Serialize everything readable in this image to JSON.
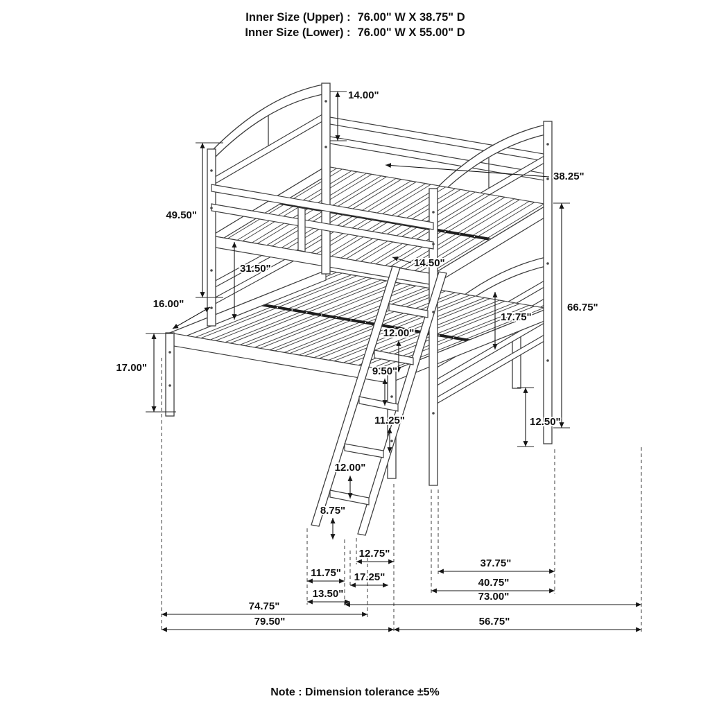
{
  "header": {
    "upper_label": "Inner Size (Upper) :",
    "upper_value": "76.00\" W X 38.75\" D",
    "lower_label": "Inner Size (Lower) :",
    "lower_value": "76.00\" W X 55.00\" D"
  },
  "note": "Note : Dimension tolerance ±5%",
  "colors": {
    "ink": "#161616",
    "background": "#ffffff"
  },
  "dims": {
    "top_panel_height": "14.00\"",
    "upper_slat_width": "38.25\"",
    "upper_structure_height": "49.50\"",
    "bunk_gap_height": "31.50\"",
    "upper_deck_edge": "14.50\"",
    "lower_overhang_depth": "16.00\"",
    "overall_height": "66.75\"",
    "upper_foot_panel_height": "17.75\"",
    "ladder_step_1": "12.00\"",
    "ladder_step_2": "9.50\"",
    "lower_leg_height": "17.00\"",
    "ladder_step_3": "11.25\"",
    "lower_foot_panel_height": "12.50\"",
    "ladder_step_4": "12.00\"",
    "ladder_step_5": "8.75\"",
    "ladder_top_offset": "12.75\"",
    "ladder_foot_inset": "11.75\"",
    "ladder_spread": "17.25\"",
    "ladder_base_width": "13.50\"",
    "foot_depth_inner": "37.75\"",
    "foot_depth_outer": "40.75\"",
    "upper_length": "73.00\"",
    "lower_inner_length": "74.75\"",
    "lower_overall_length": "79.50\"",
    "right_span": "56.75\""
  }
}
